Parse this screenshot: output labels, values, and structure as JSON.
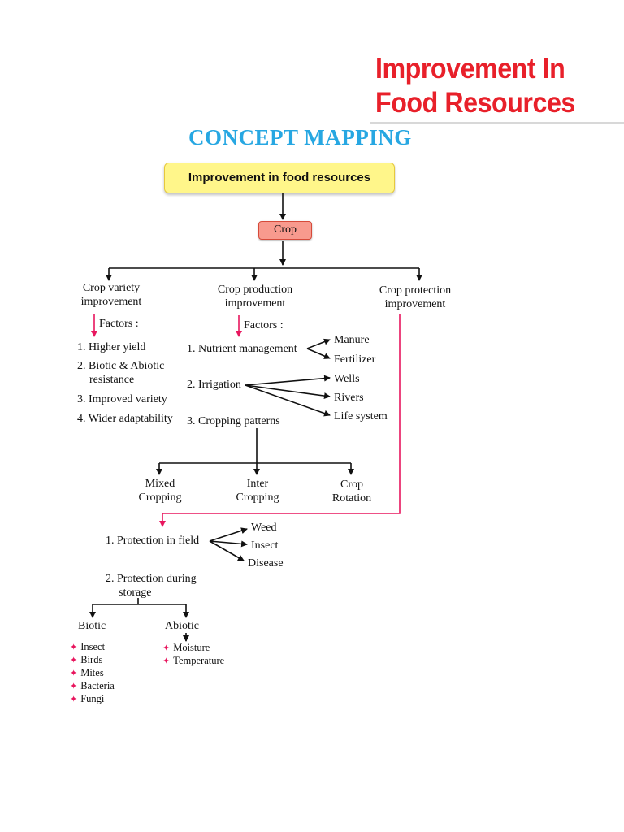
{
  "title": [
    "Improvement In",
    "Food Resources"
  ],
  "heading": "CONCEPT MAPPING",
  "root": "Improvement in food resources",
  "crop": "Crop",
  "branches": {
    "variety": {
      "label": [
        "Crop variety",
        "improvement"
      ],
      "factors_label": "Factors :",
      "factors": [
        "1. Higher yield",
        "2. Biotic & Abiotic",
        "resistance",
        "3. Improved variety",
        "4. Wider adaptability"
      ]
    },
    "production": {
      "label": [
        "Crop production",
        "improvement"
      ],
      "factors_label": "Factors :",
      "nutrient": "1. Nutrient management",
      "nutrient_items": [
        "Manure",
        "Fertilizer"
      ],
      "irrigation": "2. Irrigation",
      "irrigation_items": [
        "Wells",
        "Rivers",
        "Life system"
      ],
      "cropping": "3. Cropping patterns",
      "patterns": [
        {
          "line1": "Mixed",
          "line2": "Cropping"
        },
        {
          "line1": "Inter",
          "line2": "Cropping"
        },
        {
          "line1": "Crop",
          "line2": "Rotation"
        }
      ]
    },
    "protection": {
      "label": [
        "Crop protection",
        "improvement"
      ],
      "field": "1. Protection in field",
      "field_items": [
        "Weed",
        "Insect",
        "Disease"
      ],
      "storage": [
        "2. Protection during",
        "storage"
      ],
      "biotic": "Biotic",
      "biotic_items": [
        "Insect",
        "Birds",
        "Mites",
        "Bacteria",
        "Fungi"
      ],
      "abiotic": "Abiotic",
      "abiotic_items": [
        "Moisture",
        "Temperature"
      ]
    }
  }
}
